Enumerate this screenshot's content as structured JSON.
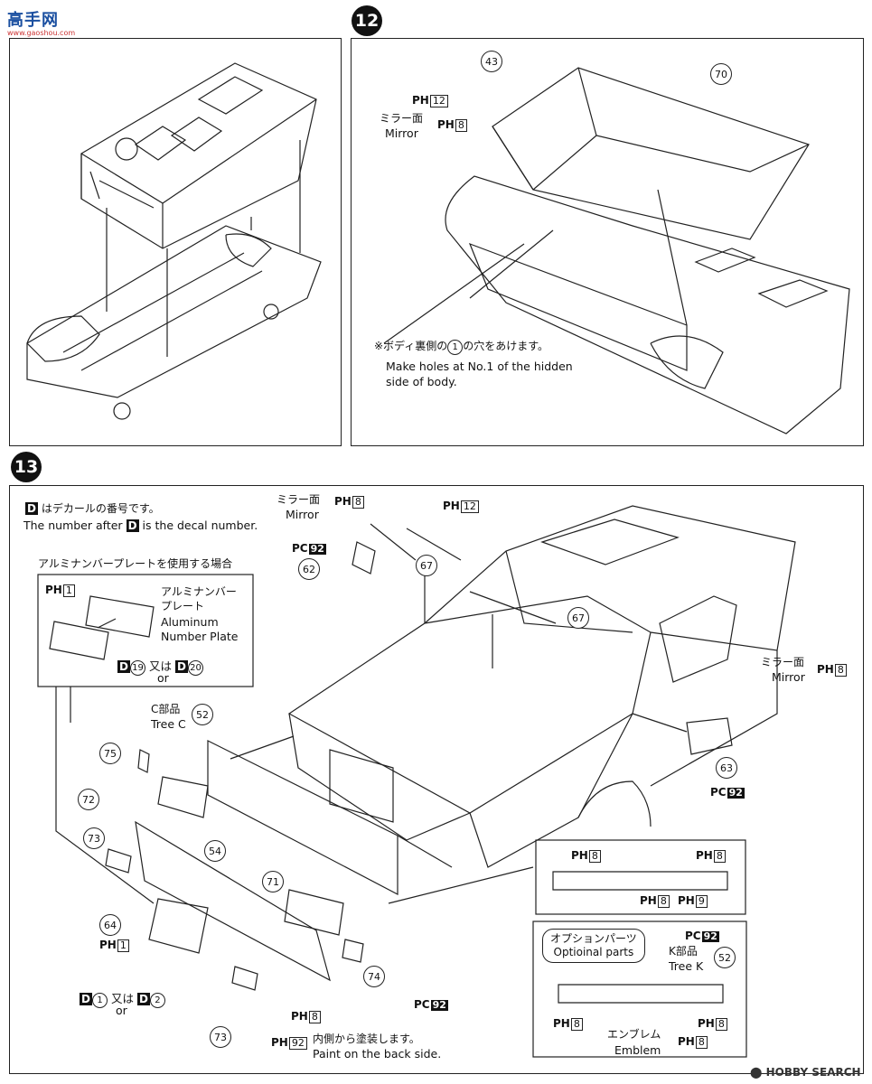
{
  "header": {
    "site_logo": "高手网",
    "site_url": "www.gaoshou.com"
  },
  "step12": {
    "number": "12",
    "part_43": "43",
    "part_70": "70",
    "ph_code": "PH",
    "ph_12": "12",
    "mirror_jp": "ミラー面",
    "mirror_en": "Mirror",
    "ph_8": "8",
    "note_jp_pre": "※ボディ裏側の",
    "note_jp_num": "1",
    "note_jp_post": "の穴をあけます。",
    "note_en_1": "Make holes at No.1 of the hidden",
    "note_en_2": "side of body."
  },
  "step13": {
    "number": "13",
    "decal_jp": "はデカールの番号です。",
    "decal_en_pre": "The number after",
    "decal_en_post": "is the decal number.",
    "decal_letter": "D",
    "plate_case_jp": "アルミナンバープレートを使用する場合",
    "plate_ph": "1",
    "plate_jp_1": "アルミナンバー",
    "plate_jp_2": "プレート",
    "plate_en_1": "Aluminum",
    "plate_en_2": "Number Plate",
    "d19": "19",
    "d20": "20",
    "or_jp": "又は",
    "or_en": "or",
    "mirror_top_jp": "ミラー面",
    "mirror_top_en": "Mirror",
    "ph_8": "8",
    "ph_12": "12",
    "pc_92": "92",
    "part_62": "62",
    "part_67a": "67",
    "part_67b": "67",
    "tree_c_jp": "C部品",
    "tree_c_en": "Tree C",
    "part_52": "52",
    "part_75": "75",
    "part_72": "72",
    "part_73a": "73",
    "part_54": "54",
    "part_71": "71",
    "part_64": "64",
    "part_74": "74",
    "part_73b": "73",
    "part_63": "63",
    "mirror_right_jp": "ミラー面",
    "mirror_right_en": "Mirror",
    "d1": "1",
    "d2": "2",
    "back_jp": "内側から塗装します。",
    "back_en": "Paint on the back side.",
    "grille_ph_9": "9",
    "option_jp": "オプションパーツ",
    "option_en": "Optioinal parts",
    "tree_k_jp": "K部品",
    "tree_k_en": "Tree K",
    "emblem_jp": "エンブレム",
    "emblem_en": "Emblem"
  },
  "footer": {
    "watermark": "HOBBY SEARCH"
  }
}
